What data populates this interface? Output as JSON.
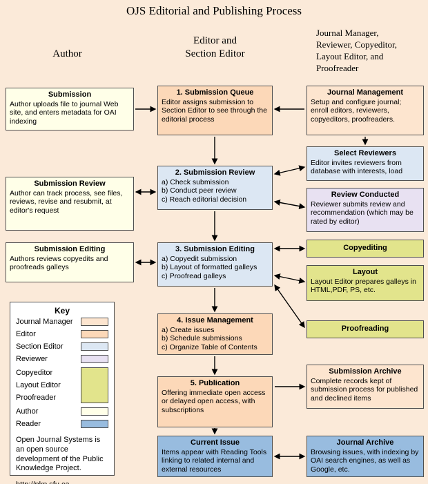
{
  "title": "OJS Editorial and Publishing Process",
  "headers": {
    "author": "Author",
    "editor": "Editor and\nSection Editor",
    "manager": "Journal Manager,\nReviewer, Copyeditor,\nLayout Editor, and\nProofreader"
  },
  "colors": {
    "page": "#fbead9",
    "journal_manager": "#fde5cf",
    "editor": "#fcd8b8",
    "section_editor": "#dce7f3",
    "reviewer": "#e8e1f2",
    "copyeditor_group": "#e2e48c",
    "author": "#ffffe8",
    "reader": "#98bcdf",
    "key_bg": "#ffffff"
  },
  "boxes": {
    "submission": {
      "title": "Submission",
      "body": "Author uploads file to journal Web site, and enters metadata for OAI indexing"
    },
    "submission_review_author": {
      "title": "Submission Review",
      "body": "Author can track process, see files, reviews, revise and resubmit, at editor's request"
    },
    "submission_editing_author": {
      "title": "Submission Editing",
      "body": "Authors reviews copyedits and proofreads galleys"
    },
    "queue": {
      "title": "1. Submission Queue",
      "body": "Editor assigns submission to Section Editor to see through the editorial process"
    },
    "review": {
      "title": "2. Submission Review",
      "body": "a) Check submission\nb) Conduct peer review\nc) Reach editorial decision"
    },
    "editing": {
      "title": "3. Submission Editing",
      "body": "a) Copyedit submission\nb) Layout of formatted galleys\nc) Proofread galleys"
    },
    "issue": {
      "title": "4. Issue Management",
      "body": "a) Create issues\nb) Schedule submissions\nc) Organize Table of Contents"
    },
    "publication": {
      "title": "5. Publication",
      "body": "Offering immediate open access or delayed open access, with subscriptions"
    },
    "current_issue": {
      "title": "Current Issue",
      "body": "Items appear with Reading Tools linking to related internal and external resources"
    },
    "journal_management": {
      "title": "Journal Management",
      "body": "Setup and configure journal; enroll editors, reviewers, copyeditors, proofreaders."
    },
    "select_reviewers": {
      "title": "Select Reviewers",
      "body": "Editor invites reviewers from database with interests, load"
    },
    "review_conducted": {
      "title": "Review Conducted",
      "body": "Reviewer submits review and recommendation (which may be rated by editor)"
    },
    "copyediting": {
      "title": "Copyediting"
    },
    "layout": {
      "title": "Layout",
      "body": "Layout Editor prepares galleys in HTML,PDF, PS, etc."
    },
    "proofreading": {
      "title": "Proofreading"
    },
    "submission_archive": {
      "title": "Submission Archive",
      "body": "Complete records kept of submission process for published and declined items"
    },
    "journal_archive": {
      "title": "Journal Archive",
      "body": "Browsing issues, with indexing by OAI search engines, as well as Google, etc."
    }
  },
  "key": {
    "title": "Key",
    "items": [
      {
        "label": "Journal Manager",
        "color": "#fde5cf"
      },
      {
        "label": "Editor",
        "color": "#fcd8b8"
      },
      {
        "label": "Section Editor",
        "color": "#dce7f3"
      },
      {
        "label": "Reviewer",
        "color": "#e8e1f2"
      },
      {
        "label": "Copyeditor"
      },
      {
        "label": "Layout Editor"
      },
      {
        "label": "Proofreader"
      },
      {
        "label": "Author",
        "color": "#ffffe8"
      },
      {
        "label": "Reader",
        "color": "#98bcdf"
      }
    ],
    "group_color": "#e2e48c",
    "note": "Open Journal Systems is an open source development of the Public Knowledge Project.",
    "url": "http://pkp.sfu.ca"
  }
}
